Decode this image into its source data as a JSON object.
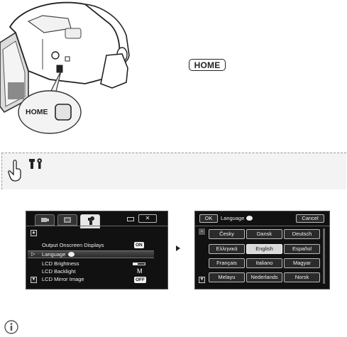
{
  "callouts": {
    "home_badge": "HOME",
    "home_button_label": "HOME"
  },
  "menu_screen": {
    "close_label": "✕",
    "items": [
      {
        "label": "Output Onscreen Displays",
        "value": "ON"
      },
      {
        "label": "Language",
        "value": ""
      },
      {
        "label": "LCD Brightness",
        "value": ""
      },
      {
        "label": "LCD Backlight",
        "value": "M"
      },
      {
        "label": "LCD Mirror Image",
        "value": "OFF"
      }
    ]
  },
  "language_screen": {
    "ok_label": "OK",
    "title": "Language",
    "cancel_label": "Cancel",
    "languages": [
      [
        "Česky",
        "Dansk",
        "Deutsch"
      ],
      [
        "Ελληνικά",
        "English",
        "Español"
      ],
      [
        "Français",
        "Italiano",
        "Magyar"
      ],
      [
        "Melayu",
        "Nederlands",
        "Norsk"
      ]
    ],
    "selected": "English"
  },
  "colors": {
    "screen_bg": "#111111",
    "banner_bg": "#f3f3f3",
    "highlight": "#d9d9d9"
  }
}
